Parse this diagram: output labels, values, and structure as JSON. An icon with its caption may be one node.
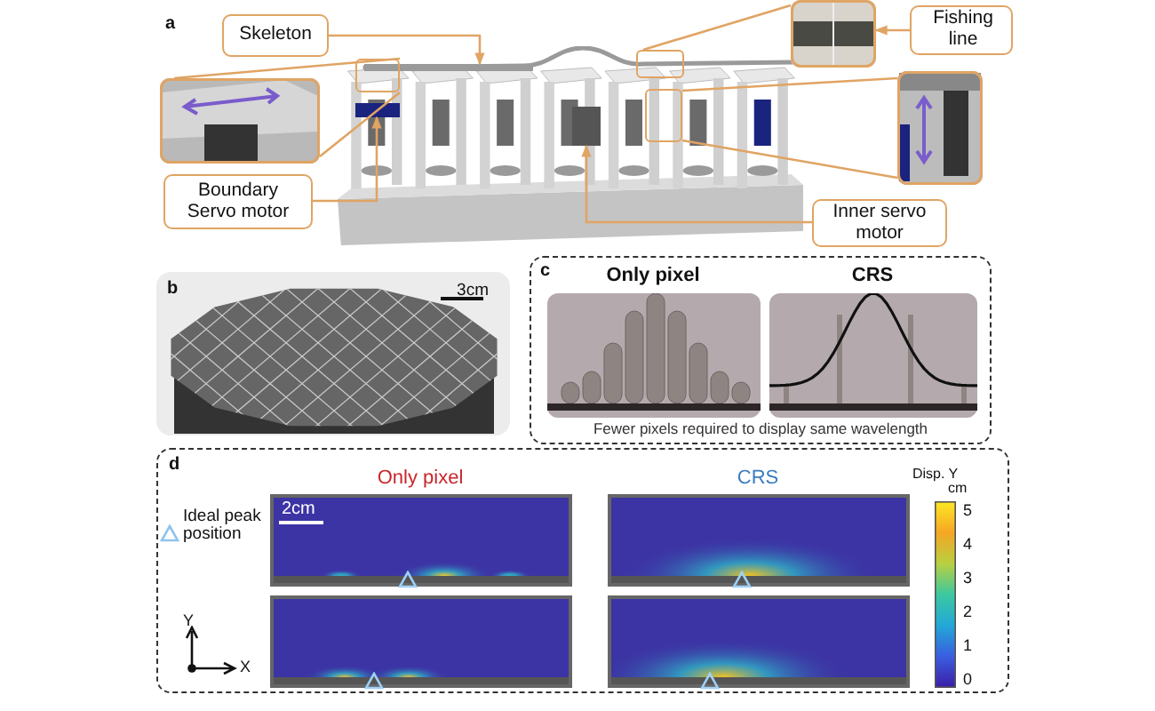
{
  "diagram": {
    "nodes": [
      {
        "text": [
          "Skeleton"
        ]
      },
      {
        "text": [
          "Fishing line"
        ]
      },
      {
        "text": [
          "Boundary Servo motor"
        ]
      },
      {
        "text": [
          "Inner servo motor"
        ]
      },
      {
        "text": [],
        "shape": "picture"
      },
      {
        "text": [],
        "shape": "bar",
        "in": 4
      },
      {
        "text": [],
        "shape": "box",
        "in": 4
      },
      {
        "text": [],
        "shape": "box",
        "in": 4
      },
      {
        "text": [],
        "shape": "picture"
      },
      {
        "text": [],
        "shape": "picture"
      },
      {
        "text": [],
        "shape": "picture"
      },
      {
        "text": [],
        "shape": "box",
        "in": 4
      },
      {
        "text": [],
        "shape": "box",
        "in": 4
      },
      {
        "text": [],
        "shape": "box",
        "in": 4
      },
      {
        "text": [
          "b",
          "3cm"
        ]
      },
      {
        "text": [
          "c"
        ]
      },
      {
        "text": [
          "Only pixel"
        ],
        "in": 15
      },
      {
        "text": [
          "CRS"
        ],
        "in": 15
      },
      {
        "text": [
          "d"
        ]
      },
      {
        "text": [
          "Only pixel",
          "2cm"
        ],
        "in": 18
      },
      {
        "text": [],
        "shape": "picture",
        "in": 18
      },
      {
        "text": [
          "CRS"
        ],
        "in": 18
      },
      {
        "text": [],
        "shape": "picture",
        "in": 18
      },
      {
        "text": [
          "Disp. Y",
          "cm"
        ],
        "in": 18,
        "beside": [
          "5",
          "4",
          "3",
          "2",
          "1",
          "0"
        ]
      }
    ],
    "edges": [
      {
        "from": 0,
        "to": 5,
        "arrow": "to"
      },
      {
        "from": 1,
        "to": 8,
        "arrow": "to"
      },
      {
        "from": 2,
        "to": 6,
        "arrow": "to"
      },
      {
        "from": 3,
        "to": 7,
        "arrow": "to"
      },
      {
        "from": 11,
        "to": 9,
        "arrow": "none"
      },
      {
        "from": 11,
        "to": 9,
        "arrow": "none"
      },
      {
        "from": 12,
        "to": 8,
        "arrow": "none"
      },
      {
        "from": 13,
        "to": 10,
        "arrow": "none"
      },
      {
        "from": 13,
        "to": 10,
        "arrow": "none"
      }
    ],
    "labels": [
      "a",
      "Fewer pixels required to display same wavelength",
      "Y",
      "X"
    ],
    "legend": [
      {
        "text": "Ideal peak position"
      }
    ]
  }
}
